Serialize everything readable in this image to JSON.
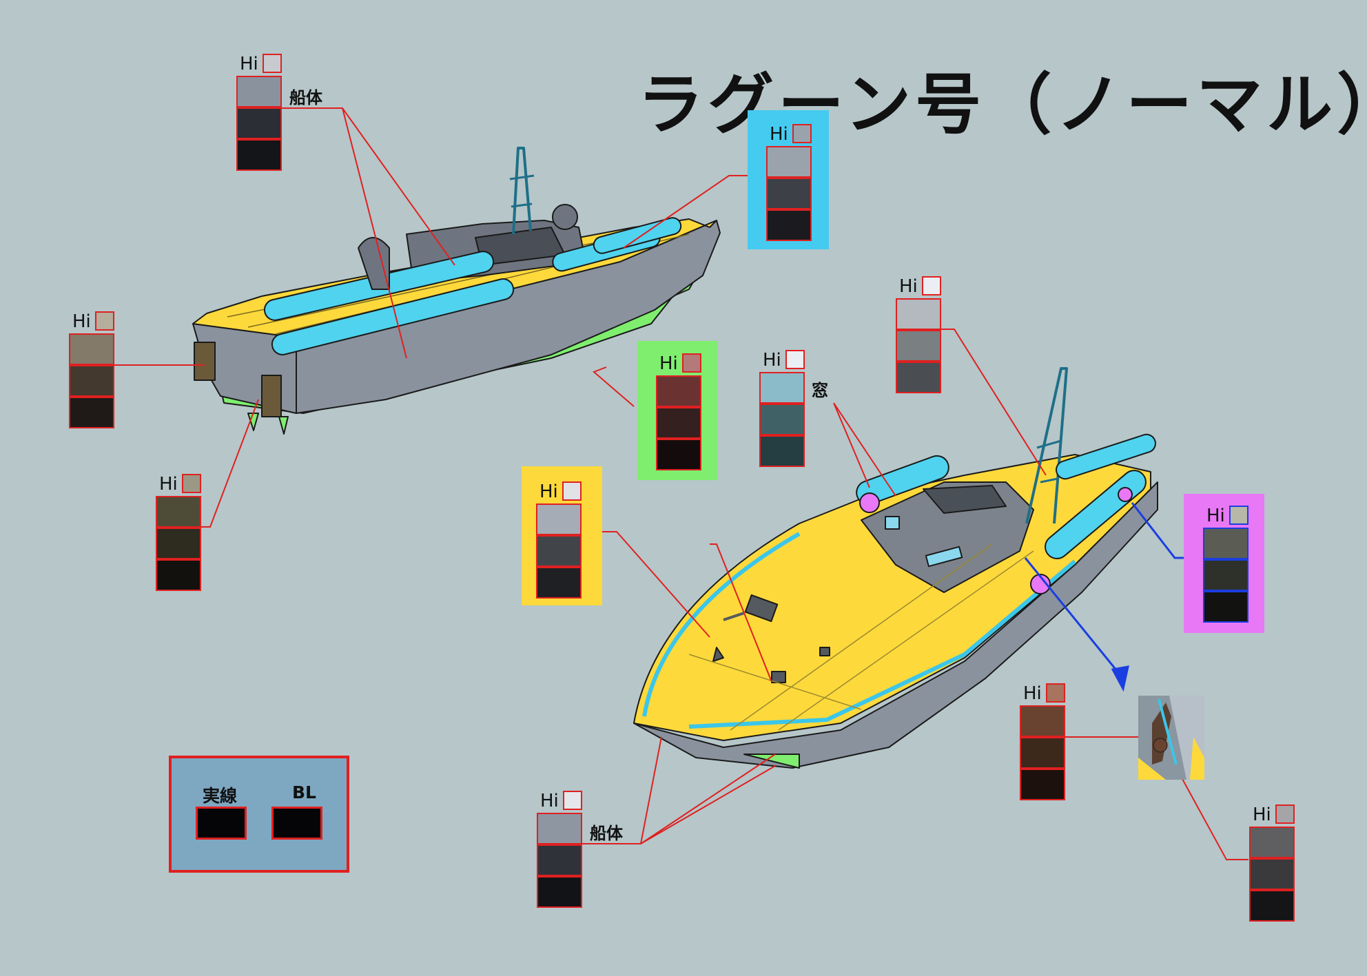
{
  "title": "ラグーン号（ノーマル）",
  "hi_label": "Hi",
  "labels": {
    "hull_top": "船体",
    "window": "窓",
    "hull_bottom": "船体"
  },
  "legend": {
    "solid_line": "実線",
    "bl": "BL"
  },
  "palettes": [
    {
      "id": "hull-top",
      "hi": "#c8cacf",
      "swatches": [
        "#8a929e",
        "#2b2e35",
        "#141518"
      ]
    },
    {
      "id": "blue-deck",
      "bg": "#45cbf0",
      "hi": "#9aa2ac",
      "swatches": [
        "#9aa2ac",
        "#3d4047",
        "#1b1b1f"
      ]
    },
    {
      "id": "stern-brown",
      "hi": "#b5ae9c",
      "swatches": [
        "#837a6a",
        "#43392f",
        "#1f1a17"
      ]
    },
    {
      "id": "green-hull",
      "bg": "#7fee6f",
      "hi": "#b37a79",
      "swatches": [
        "#6a3332",
        "#34201f",
        "#140c0c"
      ]
    },
    {
      "id": "olive",
      "hi": "#9c9886",
      "swatches": [
        "#4e4c37",
        "#2e2b1f",
        "#12110e"
      ]
    },
    {
      "id": "window",
      "hi": "#ebeef2",
      "swatches": [
        "#8bbac8",
        "#406266",
        "#253e42"
      ]
    },
    {
      "id": "grey-right",
      "hi": "#ebeef2",
      "swatches": [
        "#b3b9be",
        "#7a7f82",
        "#4a4e52"
      ]
    },
    {
      "id": "yellow-deck",
      "bg": "#fed93b",
      "hi": "#e0e2e6",
      "swatches": [
        "#a5acb6",
        "#414449",
        "#1f2024"
      ]
    },
    {
      "id": "magenta",
      "bg": "#e878f5",
      "hi": "#b7b8a8",
      "swatches": [
        "#5b5d55",
        "#2e302a",
        "#121210"
      ]
    },
    {
      "id": "hull-bottom",
      "hi": "#e5e7ea",
      "swatches": [
        "#8e96a2",
        "#2f3238",
        "#121317"
      ]
    },
    {
      "id": "rust",
      "hi": "#a87460",
      "swatches": [
        "#6a4230",
        "#3d281c",
        "#1c110d"
      ]
    },
    {
      "id": "dark-grey",
      "hi": "#a5a5a8",
      "swatches": [
        "#5f5f62",
        "#3a3a3d",
        "#151517"
      ]
    }
  ]
}
